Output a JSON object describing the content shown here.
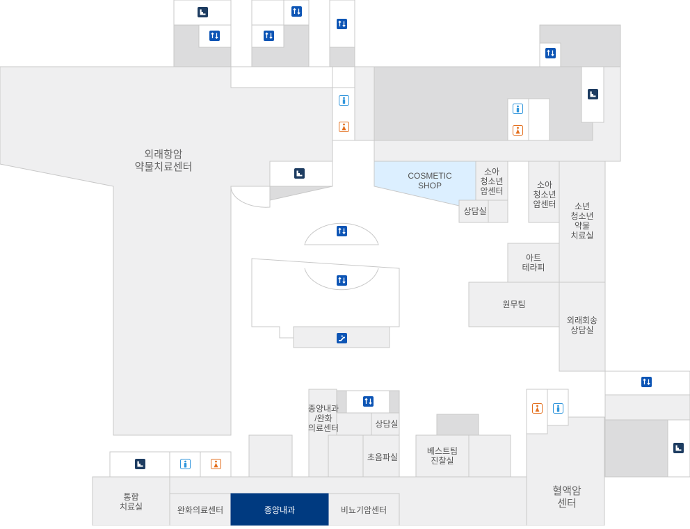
{
  "colors": {
    "room_fill": "#efeff0",
    "room_stroke": "#c8c8c8",
    "corridor": "#ffffff",
    "dark_block": "#dcdcdd",
    "cosmetic_fill": "#dcefff",
    "selected": "#003a80",
    "elevator_icon": "#0d55b5",
    "men_icon": "#2f95dc",
    "women_icon": "#e36f1e",
    "stairs_icon": "#1d3c61"
  },
  "labels": {
    "outpatient_pharma": "외래항암\n약물치료센터",
    "cosmetic_shop": "COSMETIC\nSHOP",
    "child_teen_center_a": "소아\n청소년\n암센터",
    "child_teen_center_b": "소아\n청소년\n암센터",
    "consult_room_top": "상담실",
    "teen_pharma": "소년\n청소년\n약물\n치료실",
    "art_terrace": "아트\n테라피",
    "won_team": "원무팀",
    "outpatient_transfer": "외래회송\n상담실",
    "oncology_palliative": "종양내과\n/완화\n의료센터",
    "consult_room_bottom": "상담실",
    "ultrasound": "초음파실",
    "best_team": "베스트팀\n진찰실",
    "blood_cancer": "혈액암\n센터",
    "integrated_treatment": "통합\n치료실",
    "palliative_center": "완화의료센터",
    "medical_oncology": "종양내과",
    "urology_center": "비뇨기암센터"
  },
  "icons": [
    {
      "name": "stairs-icon",
      "type": "stairs"
    },
    {
      "name": "elevator-icon",
      "type": "elevator"
    },
    {
      "name": "elevator-icon",
      "type": "elevator"
    },
    {
      "name": "elevator-icon",
      "type": "elevator"
    },
    {
      "name": "elevator-icon",
      "type": "elevator"
    },
    {
      "name": "elevator-icon",
      "type": "elevator"
    },
    {
      "name": "stairs-icon",
      "type": "stairs"
    },
    {
      "name": "mens-restroom-icon",
      "type": "men"
    },
    {
      "name": "womens-restroom-icon",
      "type": "women"
    },
    {
      "name": "mens-restroom-icon",
      "type": "men"
    },
    {
      "name": "womens-restroom-icon",
      "type": "women"
    },
    {
      "name": "stairs-icon",
      "type": "stairs"
    },
    {
      "name": "elevator-icon",
      "type": "elevator"
    },
    {
      "name": "elevator-icon",
      "type": "elevator"
    },
    {
      "name": "escalator-icon",
      "type": "escalator"
    },
    {
      "name": "elevator-icon",
      "type": "elevator"
    },
    {
      "name": "elevator-icon",
      "type": "elevator"
    },
    {
      "name": "womens-restroom-icon",
      "type": "women"
    },
    {
      "name": "mens-restroom-icon",
      "type": "men"
    },
    {
      "name": "stairs-icon",
      "type": "stairs"
    },
    {
      "name": "stairs-icon",
      "type": "stairs"
    },
    {
      "name": "mens-restroom-icon",
      "type": "men"
    },
    {
      "name": "womens-restroom-icon",
      "type": "women"
    }
  ]
}
